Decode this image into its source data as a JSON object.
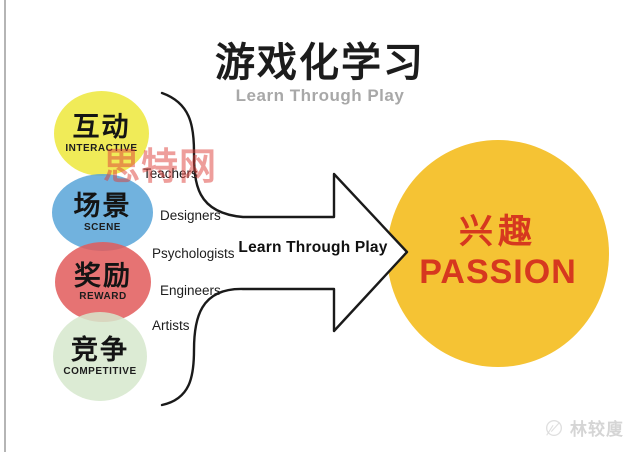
{
  "page": {
    "title": "游戏化学习",
    "subtitle": "Learn Through Play"
  },
  "source_circles": [
    {
      "zh": "互动",
      "en": "INTERACTIVE",
      "color": "#EDE83BD9"
    },
    {
      "zh": "场景",
      "en": "SCENE",
      "color": "#58A4D8D9"
    },
    {
      "zh": "奖励",
      "en": "REWARD",
      "color": "#E25B5BD9"
    },
    {
      "zh": "竞争",
      "en": "COMPETITIVE",
      "color": "#D6E7CCD9"
    }
  ],
  "professions": [
    "Teachers",
    "Designers",
    "Psychologists",
    "Engineers",
    "Artists"
  ],
  "arrow": {
    "label": "Learn Through Play",
    "fill": "#FFFFFF",
    "stroke": "#1A1A1A"
  },
  "result_circle": {
    "zh": "兴趣",
    "en": "PASSION",
    "color": "#F5C334",
    "text_color": "#D6381F"
  },
  "watermarks": {
    "red": "思特网",
    "gray": "林较廋"
  }
}
